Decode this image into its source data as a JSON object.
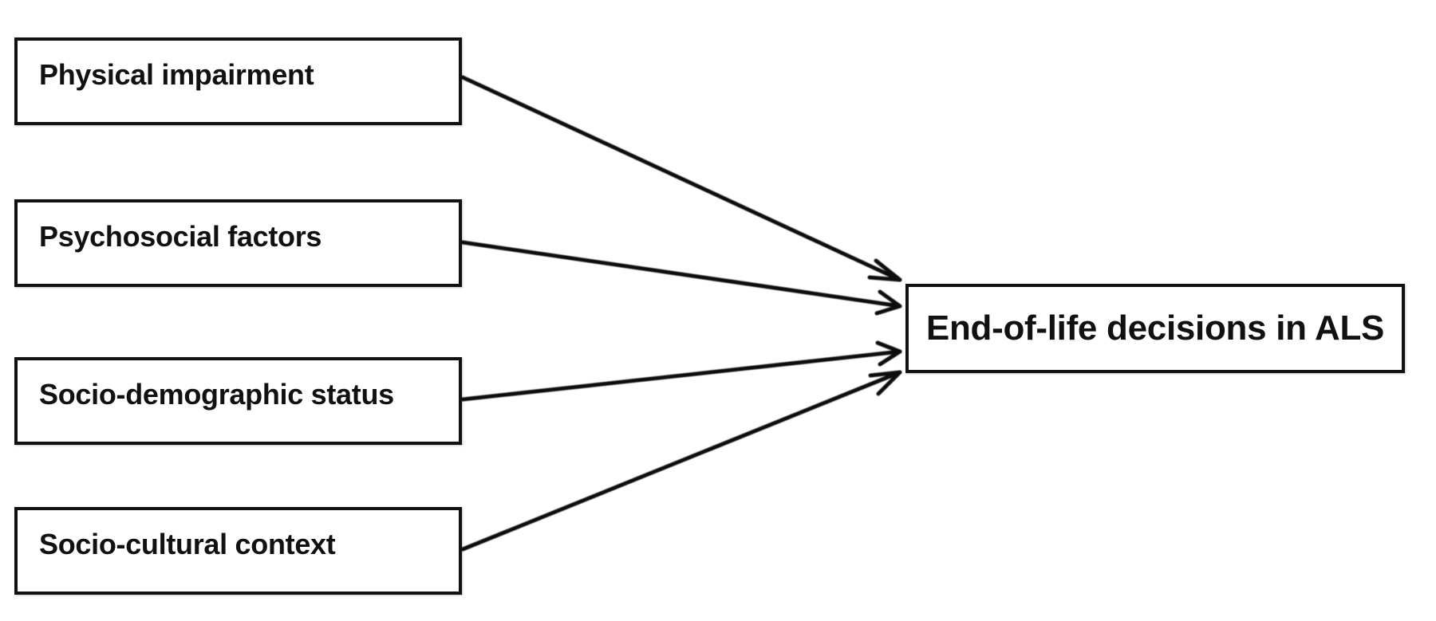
{
  "factors": [
    {
      "label": "Physical impairment"
    },
    {
      "label": "Psychosocial factors"
    },
    {
      "label": "Socio-demographic status"
    },
    {
      "label": "Socio-cultural context"
    }
  ],
  "outcome": {
    "label": "End-of-life decisions in ALS"
  },
  "colors": {
    "stroke": "#111111",
    "background": "#ffffff"
  }
}
